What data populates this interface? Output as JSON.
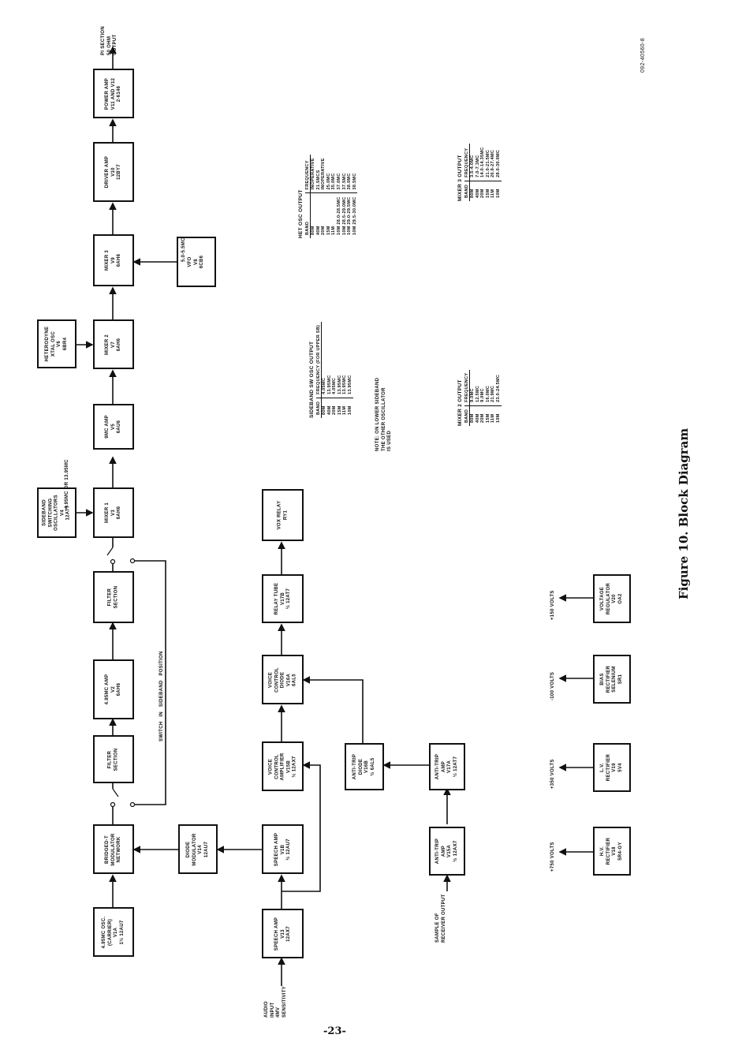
{
  "document_number": "092-40560-8",
  "figure_caption": "Figure 10. Block Diagram",
  "page_number": "-23-",
  "blocks": {
    "carrier_osc": "4.95MC OSC.\n(CARRIER)\nV1A\n1½ 12AU7",
    "bridge_mod": "BRIDGED-T\nMODULATOR\nNETWORK",
    "filter1": "FILTER\nSECTION",
    "if_amp": "4.95MC AMP\nV2\n6AH6",
    "filter2": "FILTER\nSECTION",
    "sb_osc": "SIDEBAND\nSWITCHING\nOSCILLATORS\nV4\n12AT7",
    "mixer1": "MIXER 1\nV3\n6AH6",
    "amp9mc": "9MC AMP\nV5\n6AU6",
    "het_osc": "HETERODYNE\nXTAL OSC\nV6\n6BR4",
    "mixer2": "MIXER 2\nV7\n6AH6",
    "vfo": "VFO\nV8\n6CB6",
    "mixer3": "MIXER 3\nV9\n6AH6",
    "driver": "DRIVER AMP\nV10\n12BY7",
    "power_amp": "POWER AMP\nV11 AND V12\n2-6146",
    "diode_mod": "DIODE\nMODULATOR\nV14\n12AU7",
    "speech_amp2": "SPEECH AMP\nV1B\n½ 12AU7",
    "speech_amp1": "SPEECH AMP\nV13\n12AX7",
    "voice_ctrl_amp": "VOICE\nCONTROL\nAMPLIFIER\nV15B\n½ 12AX7",
    "voice_ctrl_diode": "VOICE\nCONTROL\nDIODE\nV16A\n6AL5",
    "relay_tube": "RELAY TUBE\nV17B\n½ 12AT7",
    "vox_relay": "VOX RELAY\nRY1",
    "anti_trip_diode": "ANTI-TRIP\nDIODE\nV16B\n½ 6AL5",
    "anti_trip_amp2": "ANTI-TRIP\nAMP\nV17A\n½ 12AT7",
    "anti_trip_amp1": "ANTI-TRIP\nAMP\nV15A\n½ 12AX7",
    "hv_rect": "H.V.\nRECTIFIER\nV18\n5R4-GY",
    "lv_rect": "L.V.\nRECTIFIER\nV19\n5V4",
    "bias_rect": "BIAS\nRECTIFIER\nSELENIUM\nSR1",
    "vreg": "VOLTAGE\nREGULATOR\nV20\nOA2"
  },
  "labels": {
    "pi_output": "PI SECTION\n50 OHM\nOUTPUT",
    "vfo_freq": "5.0-5.5MC",
    "sb_freq": "4.95MC OR 13.95MC",
    "switch_note": "SWITCH   IN   SIDEBAND   POSITION",
    "audio_input": "AUDIO\nINPUT\n4MV\nSENSITIVITY",
    "receiver_sample": "SAMPLE OF\nRECEIVER OUTPUT",
    "v750": "+750 VOLTS",
    "v350": "+350 VOLTS",
    "vneg100": "-100 VOLTS",
    "v150": "+150 VOLTS"
  },
  "tables": {
    "het_osc_output": {
      "title": "HET OSC OUTPUT",
      "headers": [
        "BAND",
        "FREQUENCY"
      ],
      "rows": [
        [
          "80M",
          "INOPERATIVE"
        ],
        [
          "40M",
          "21.5MCS"
        ],
        [
          "20M",
          "INOPERATIVE"
        ],
        [
          "15M",
          "25.0MC"
        ],
        [
          "11M",
          "35.0MC"
        ],
        [
          "10M 28.0-28.5MC",
          "37.0MC"
        ],
        [
          "10M 28.5-29.0MC",
          "37.5MC"
        ],
        [
          "10M 29.0-29.5MC",
          "38.0MC"
        ],
        [
          "10M 29.5-30.0MC",
          "38.5MC"
        ]
      ]
    },
    "sideband_osc_output": {
      "title": "SIDEBAND SW OSC OUTPUT",
      "headers": [
        "BAND",
        "FREQUENCY (FOR UPPER SB)"
      ],
      "rows": [
        [
          "80M",
          "4.05MC"
        ],
        [
          "40M",
          "13.95MC"
        ],
        [
          "20M",
          "4.05MC"
        ],
        [
          "15M",
          "13.95MC"
        ],
        [
          "11M",
          "13.95MC"
        ],
        [
          "10M",
          "13.95MC"
        ]
      ],
      "note": "NOTE: ON LOWER SIDEBAND\nTHE OTHER OSCILLATOR\nIS USED"
    },
    "mixer3_output": {
      "title": "MIXER 3 OUTPUT",
      "headers": [
        "BAND",
        "FREQUENCY"
      ],
      "rows": [
        [
          "80M",
          "3.5-4.0MC"
        ],
        [
          "40M",
          "7.0-7.3MC"
        ],
        [
          "20M",
          "14.0-14.35MC"
        ],
        [
          "15M",
          "21.0-21.5MC"
        ],
        [
          "11M",
          "26.9-27.4MC"
        ],
        [
          "10M",
          "28.0-30.0MC"
        ]
      ]
    },
    "mixer2_output": {
      "title": "MIXER 2 OUTPUT",
      "headers": [
        "BAND",
        "FREQUENCY"
      ],
      "rows": [
        [
          "80M",
          "9.0MC"
        ],
        [
          "40M",
          "12.5MC"
        ],
        [
          "20M",
          "9.0MC"
        ],
        [
          "15M",
          "16.0MC"
        ],
        [
          "11M",
          "21.9MC"
        ],
        [
          "10M",
          "23.0-24.5MC"
        ]
      ]
    }
  }
}
